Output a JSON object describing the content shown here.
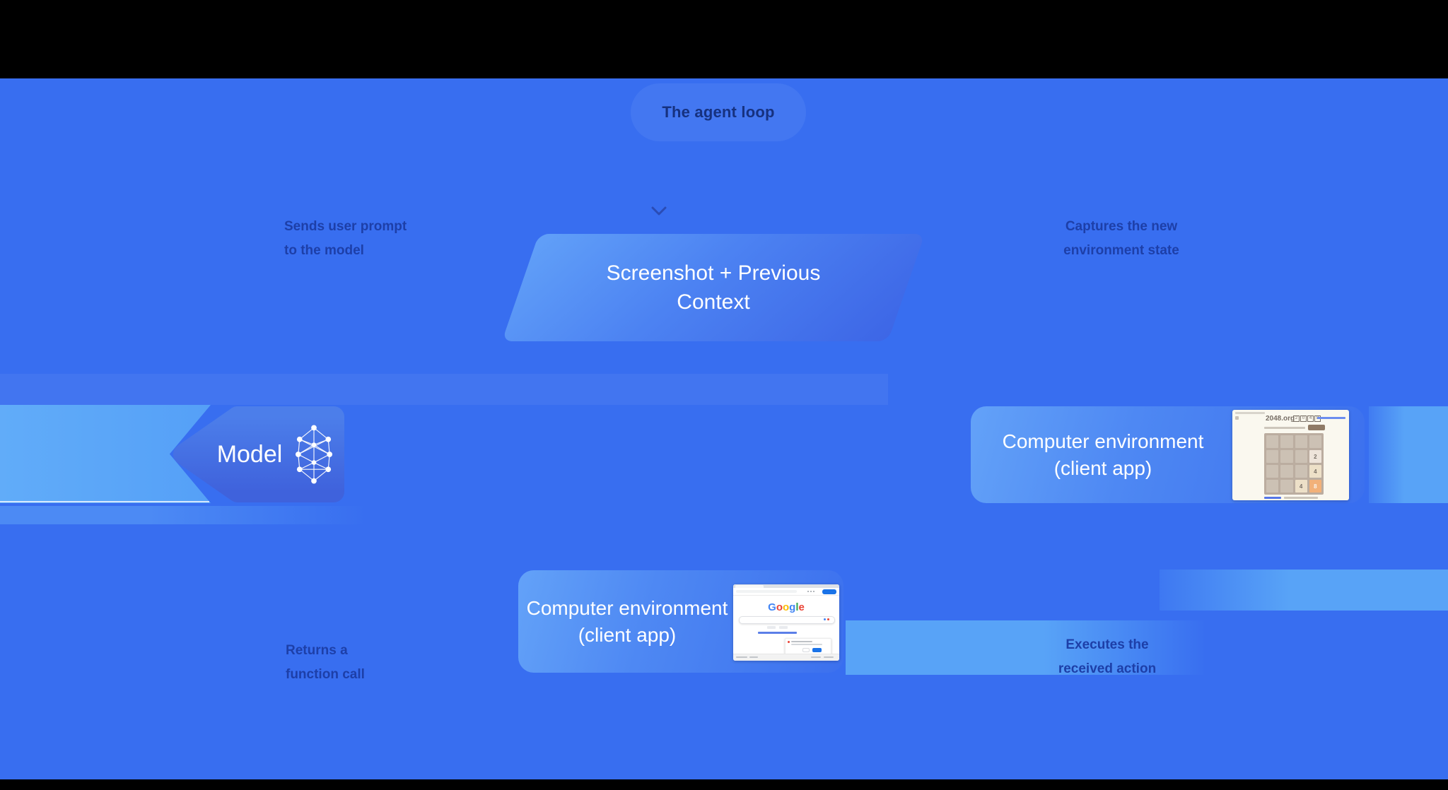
{
  "header": {
    "pill_label": "The agent loop"
  },
  "flow_labels": {
    "send_prompt": {
      "line1": "Sends user prompt",
      "line2": "to the model"
    },
    "capture_state": {
      "line1": "Captures the new",
      "line2": "environment state"
    },
    "return_call": {
      "line1": "Returns a",
      "line2": "function call"
    },
    "execute_action": {
      "line1": "Executes the",
      "line2": "received action"
    }
  },
  "nodes": {
    "context": {
      "label": "Screenshot + Previous Context"
    },
    "model": {
      "label": "Model",
      "icon": "neural-network-icon"
    },
    "env_right": {
      "label_line1": "Computer environment",
      "label_line2": "(client app)"
    },
    "env_bottom": {
      "label_line1": "Computer environment",
      "label_line2": "(client app)"
    }
  },
  "mini_screens": {
    "game_2048": {
      "site_title": "2048.org",
      "logo_tiles": [
        "2",
        "0",
        "4",
        "8"
      ],
      "grid": [
        [
          "",
          "",
          "",
          ""
        ],
        [
          "",
          "",
          "",
          "2"
        ],
        [
          "",
          "",
          "",
          "4"
        ],
        [
          "",
          "",
          "4",
          "8"
        ]
      ],
      "tile_colors": {
        "2": "#EEE4DA",
        "4": "#EDE0C8",
        "8": "#F2B179"
      },
      "board_color": "#BBADA0",
      "page_color": "#FAF8EF"
    },
    "google_search": {
      "logo_letters": [
        {
          "ch": "G",
          "color": "#4285F4"
        },
        {
          "ch": "o",
          "color": "#EA4335"
        },
        {
          "ch": "o",
          "color": "#FBBC05"
        },
        {
          "ch": "g",
          "color": "#4285F4"
        },
        {
          "ch": "l",
          "color": "#34A853"
        },
        {
          "ch": "e",
          "color": "#EA4335"
        }
      ],
      "accent_color": "#1A73E8"
    }
  },
  "colors": {
    "background": "#386EF0",
    "flow_band": "#58A3F7",
    "label_text": "#1D3FA8",
    "node_text": "#FFFFFF",
    "letterbox": "#000000"
  }
}
